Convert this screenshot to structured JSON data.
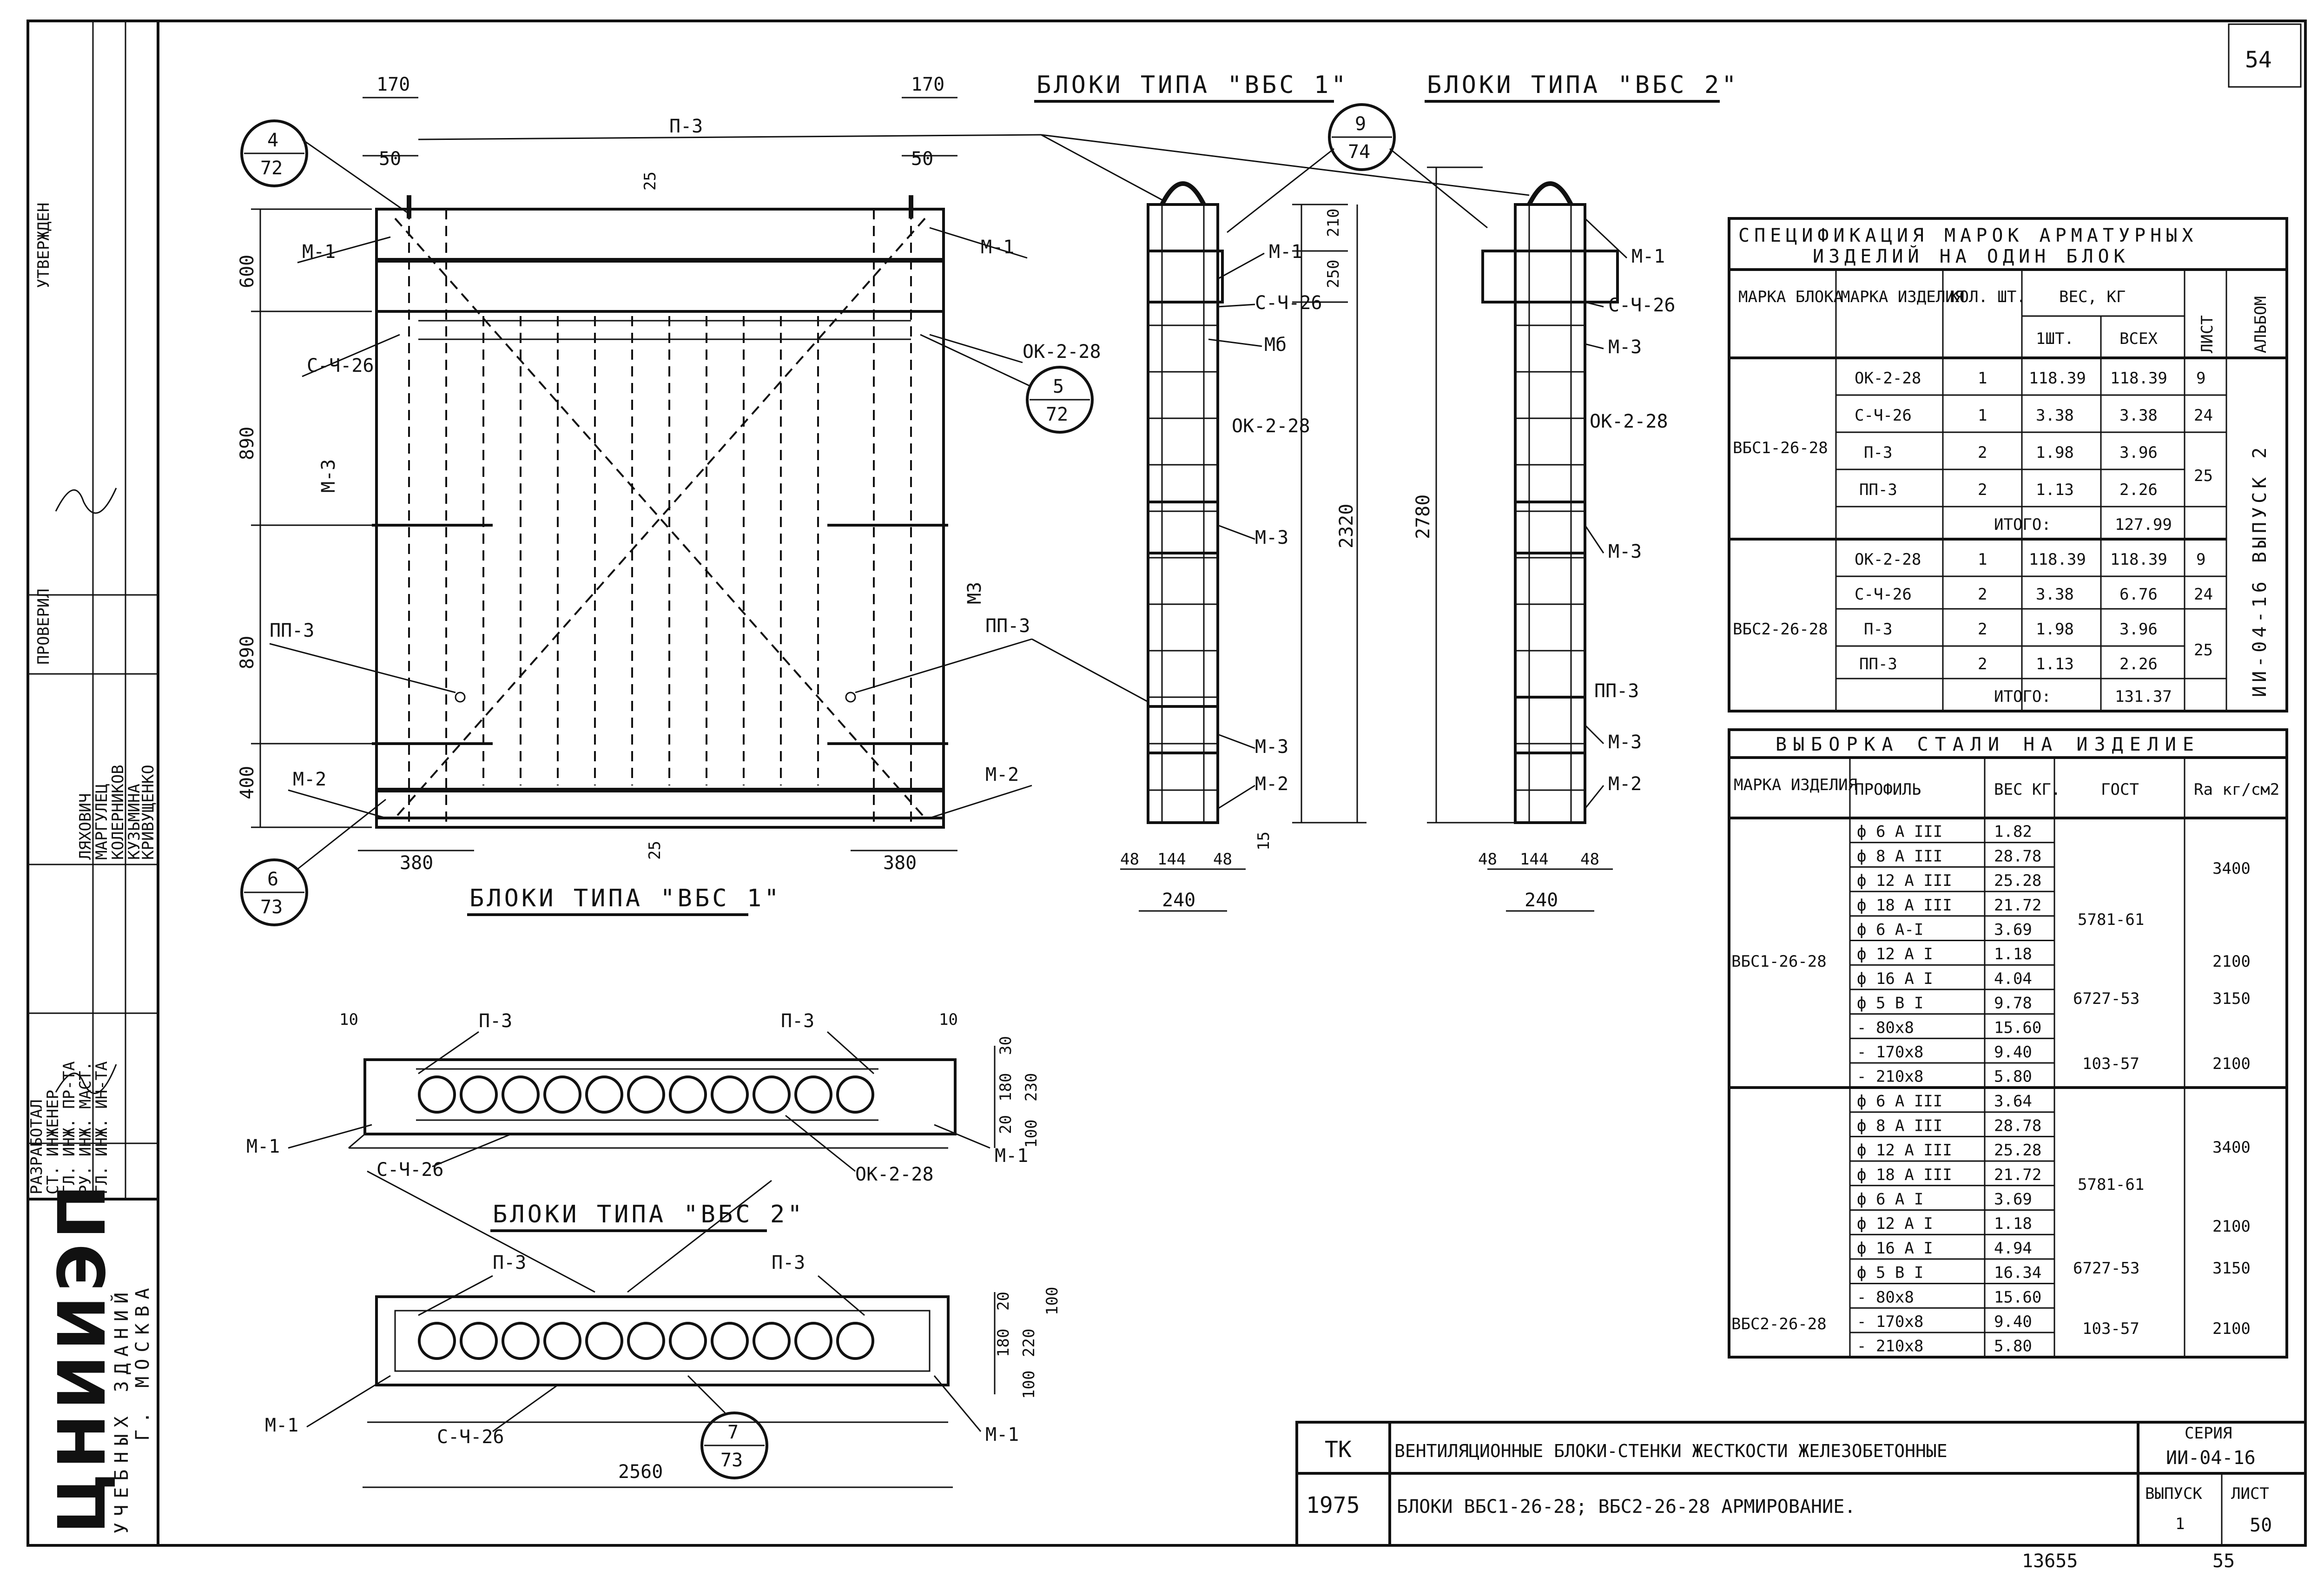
{
  "sheet_number_top": "54",
  "page_footer_left": "13655",
  "page_footer_right": "55",
  "headings": {
    "front_vbs1": "БЛОКИ ТИПА \"ВБС 1\"",
    "front_vbs2": "БЛОКИ ТИПА \"ВБС 2\"",
    "bottom_vbs1": "БЛОКИ ТИПА \"ВБС 1\"",
    "plan_vbs2": "БЛОКИ ТИПА \"ВБС 2\""
  },
  "callouts": [
    {
      "num": "4",
      "den": "72"
    },
    {
      "num": "5",
      "den": "72"
    },
    {
      "num": "6",
      "den": "73"
    },
    {
      "num": "9",
      "den": "74"
    },
    {
      "num": "7",
      "den": "73"
    }
  ],
  "labels": {
    "m1": "М-1",
    "m2": "М-2",
    "m3": "М-3",
    "m3b": "М3",
    "mb": "Мб",
    "p3": "П-3",
    "pp3": "ПП-3",
    "s426": "С-Ч-26",
    "ok228": "ОК-2-28"
  },
  "dims": {
    "d170": "170",
    "d50": "50",
    "d25": "25",
    "d600": "600",
    "d890": "890",
    "d400": "400",
    "d380": "380",
    "d2320": "2320",
    "d2780": "2780",
    "d210": "210",
    "d250": "250",
    "d48": "48",
    "d144": "144",
    "d240": "240",
    "d15": "15",
    "d10": "10",
    "d30": "30",
    "d180": "180",
    "d230": "230",
    "d20": "20",
    "d100": "100",
    "d220": "220",
    "d2560": "2560"
  },
  "spec_table": {
    "title_line1": "СПЕЦИФИКАЦИЯ МАРОК АРМАТУРНЫХ",
    "title_line2": "ИЗДЕЛИЙ НА ОДИН БЛОК",
    "headers": {
      "block_mark": "МАРКА БЛОКА",
      "item_mark": "МАРКА ИЗДЕЛИЯ",
      "qty": "КОЛ. ШТ.",
      "weight": "ВЕС, КГ",
      "w1": "1ШТ.",
      "wall": "ВСЕХ",
      "sheet": "ЛИСТ",
      "album": "АЛЬБОМ"
    },
    "album_note": "ИИ-04-16 ВЫПУСК 2",
    "groups": [
      {
        "block": "ВБС1-26-28",
        "rows": [
          {
            "item": "ОК-2-28",
            "qty": "1",
            "w1": "118.39",
            "wall": "118.39",
            "sheet": "9"
          },
          {
            "item": "С-Ч-26",
            "qty": "1",
            "w1": "3.38",
            "wall": "3.38",
            "sheet": "24"
          },
          {
            "item": "П-3",
            "qty": "2",
            "w1": "1.98",
            "wall": "3.96",
            "sheet": "25"
          },
          {
            "item": "ПП-3",
            "qty": "2",
            "w1": "1.13",
            "wall": "2.26",
            "sheet": ""
          }
        ],
        "total_label": "ИТОГО:",
        "total": "127.99"
      },
      {
        "block": "ВБС2-26-28",
        "rows": [
          {
            "item": "ОК-2-28",
            "qty": "1",
            "w1": "118.39",
            "wall": "118.39",
            "sheet": "9"
          },
          {
            "item": "С-Ч-26",
            "qty": "2",
            "w1": "3.38",
            "wall": "6.76",
            "sheet": "24"
          },
          {
            "item": "П-3",
            "qty": "2",
            "w1": "1.98",
            "wall": "3.96",
            "sheet": "25"
          },
          {
            "item": "ПП-3",
            "qty": "2",
            "w1": "1.13",
            "wall": "2.26",
            "sheet": ""
          }
        ],
        "total_label": "ИТОГО:",
        "total": "131.37"
      }
    ]
  },
  "steel_table": {
    "title": "ВЫБОРКА СТАЛИ НА ИЗДЕЛИЕ",
    "headers": {
      "item": "МАРКА ИЗДЕЛИЯ",
      "profile": "ПРОФИЛЬ",
      "weight": "ВЕС КГ.",
      "gost": "ГОСТ",
      "ra": "Ra кг/см2"
    },
    "groups": [
      {
        "item": "ВБС1-26-28",
        "rows": [
          {
            "profile": "ф 6 А III",
            "w": "1.82"
          },
          {
            "profile": "ф 8 А III",
            "w": "28.78"
          },
          {
            "profile": "ф 12 А III",
            "w": "25.28"
          },
          {
            "profile": "ф 18 А III",
            "w": "21.72"
          },
          {
            "profile": "ф 6 А-I",
            "w": "3.69"
          },
          {
            "profile": "ф 12 А I",
            "w": "1.18"
          },
          {
            "profile": "ф 16 А I",
            "w": "4.04"
          },
          {
            "profile": "ф 5 В I",
            "w": "9.78"
          },
          {
            "profile": "- 80х8",
            "w": "15.60"
          },
          {
            "profile": "- 170х8",
            "w": "9.40"
          },
          {
            "profile": "- 210х8",
            "w": "5.80"
          }
        ],
        "gost_a": "5781-61",
        "gost_b": "6727-53",
        "gost_c": "103-57",
        "ra_a": "3400",
        "ra_b": "2100",
        "ra_c": "3150",
        "ra_d": "2100"
      },
      {
        "item": "ВБС2-26-28",
        "rows": [
          {
            "profile": "ф 6 А III",
            "w": "3.64"
          },
          {
            "profile": "ф 8 А III",
            "w": "28.78"
          },
          {
            "profile": "ф 12 А III",
            "w": "25.28"
          },
          {
            "profile": "ф 18 А III",
            "w": "21.72"
          },
          {
            "profile": "ф 6 А I",
            "w": "3.69"
          },
          {
            "profile": "ф 12 А I",
            "w": "1.18"
          },
          {
            "profile": "ф 16 А I",
            "w": "4.94"
          },
          {
            "profile": "ф 5 В I",
            "w": "16.34"
          },
          {
            "profile": "- 80х8",
            "w": "15.60"
          },
          {
            "profile": "- 170х8",
            "w": "9.40"
          },
          {
            "profile": "- 210х8",
            "w": "5.80"
          }
        ],
        "gost_a": "5781-61",
        "gost_b": "6727-53",
        "gost_c": "103-57",
        "ra_a": "3400",
        "ra_b": "2100",
        "ra_c": "3150",
        "ra_d": "2100"
      }
    ]
  },
  "title_block": {
    "code": "ТК",
    "year": "1975",
    "title": "ВЕНТИЛЯЦИОННЫЕ БЛОКИ-СТЕНКИ ЖЕСТКОСТИ ЖЕЛЕЗОБЕТОННЫЕ",
    "subtitle": "БЛОКИ ВБС1-26-28; ВБС2-26-28   АРМИРОВАНИЕ.",
    "series_label": "СЕРИЯ",
    "series": "ИИ-04-16",
    "issue_label": "ВЫПУСК",
    "issue": "1",
    "sheet_label": "ЛИСТ",
    "sheet": "50"
  },
  "left_stamp": {
    "org": "ЦНИИЭП",
    "org_sub1": "УЧЕБНЫХ ЗДАНИЙ",
    "org_sub2": "Г. МОСКВА",
    "roles": [
      "РАЗРАБОТАЛ",
      "СТ. ИНЖЕНЕР",
      "ГЛ. ИНЖ. ПР-ТА",
      "РУ. ИНЖ. МАСТ.",
      "ГЛ. ИНЖ. ИН-ТА"
    ],
    "names": [
      "КРИВУЩЕНКО",
      "КУЗЬМИНА",
      "КОЛЕРНИКОВ",
      "МАРГУЛЕЦ",
      "ЛЯХОВИЧ"
    ],
    "checked": "ПРОВЕРИЛ",
    "approved": "УТВЕРЖДЕН"
  }
}
